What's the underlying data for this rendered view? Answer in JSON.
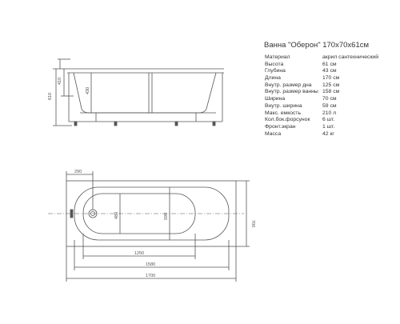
{
  "title": "Ванна \"Оберон\" 170х70х61см",
  "specs": [
    {
      "label": "Материал",
      "value": "акрил сантехнический"
    },
    {
      "label": "Высота",
      "value": "61 см"
    },
    {
      "label": "Глубина",
      "value": "43 см"
    },
    {
      "label": "Длина",
      "value": "170 см"
    },
    {
      "label": "Внутр. размер дна",
      "value": "125 см"
    },
    {
      "label": "Внутр. размер ванны",
      "value": "158 см"
    },
    {
      "label": "Ширина",
      "value": "70 см"
    },
    {
      "label": "Внутр. ширина",
      "value": "59 см"
    },
    {
      "label": "Макс. емкость",
      "value": "210 л"
    },
    {
      "label": "Кол.бок.форсунок",
      "value": "6 шт."
    },
    {
      "label": "Фронт.экран",
      "value": "1 шт."
    },
    {
      "label": "Масса",
      "value": "42 кг"
    }
  ],
  "side_view": {
    "total_height": "610",
    "upper_height": "410",
    "depth": "430"
  },
  "top_view": {
    "offset": "290",
    "bottom_length": "1250",
    "inner_length": "1580",
    "total_length": "1700",
    "width": "700",
    "inner_width": "590",
    "bottom_width": "480"
  }
}
